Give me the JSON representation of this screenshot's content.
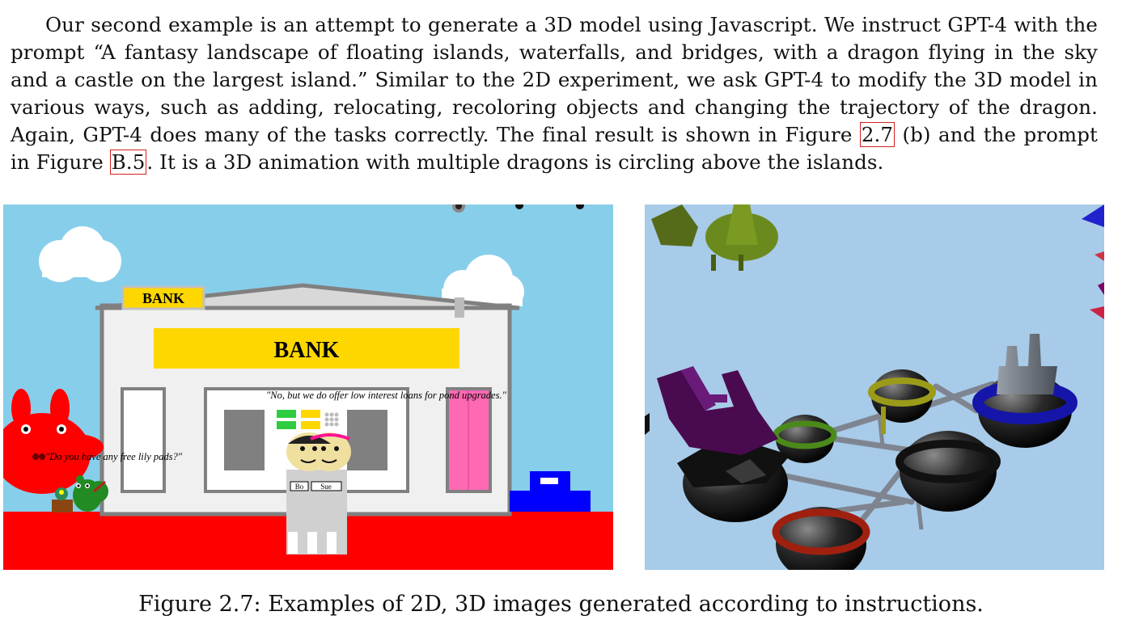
{
  "paragraph": {
    "text_before_ref1": "Our second example is an attempt to generate a 3D model using Javascript. We instruct GPT-4 with the prompt “A fantasy landscape of floating islands, waterfalls, and bridges, with a dragon flying in the sky and a castle on the largest island.” Similar to the 2D experiment, we ask GPT-4 to modify the 3D model in various ways, such as adding, relocating, recoloring objects and changing the trajectory of the dragon. Again, GPT-4 does many of the tasks correctly. The final result is shown in Figure ",
    "ref1": "2.7",
    "text_between_refs": " (b) and the prompt in Figure ",
    "ref2": "B.5",
    "text_after_ref2": ". It is a 3D animation with multiple dragons is circling above the islands."
  },
  "figure_a": {
    "sign_small": "BANK",
    "sign_big": "BANK",
    "speech_right": "\"No, but we do offer low interest loans for pond upgrades.\"",
    "speech_left": "\"Do you have any free lily pads?\"",
    "badge_left": "Bo",
    "badge_right": "Sue"
  },
  "caption": "Figure 2.7: Examples of 2D, 3D images generated according to instructions.",
  "colors": {
    "sky_2d": "#87ceeb",
    "ground_2d": "#ff0000",
    "sky_3d": "#a7cbe8",
    "ref_border": "#d42020"
  }
}
